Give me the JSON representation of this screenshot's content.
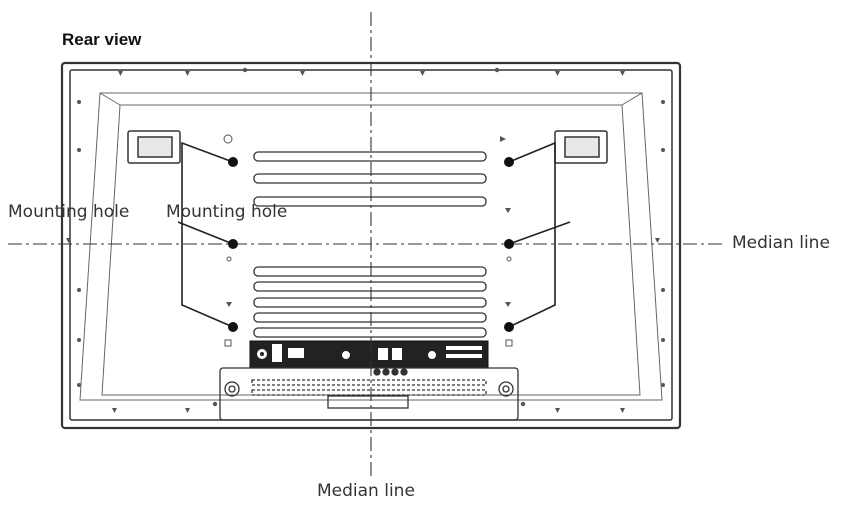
{
  "title": "Rear view",
  "labels": {
    "mounting_hole_left": "Mounting hole",
    "mounting_hole_right": "Mounting hole",
    "median_line_horizontal": "Median line",
    "median_line_vertical": "Median line"
  },
  "colors": {
    "line": "#333333",
    "panel": "#ffffff",
    "accent": "#111111"
  },
  "mounting_holes": [
    {
      "id": "top-left"
    },
    {
      "id": "middle-left"
    },
    {
      "id": "bottom-left"
    },
    {
      "id": "top-right"
    },
    {
      "id": "middle-right"
    },
    {
      "id": "bottom-right"
    }
  ]
}
